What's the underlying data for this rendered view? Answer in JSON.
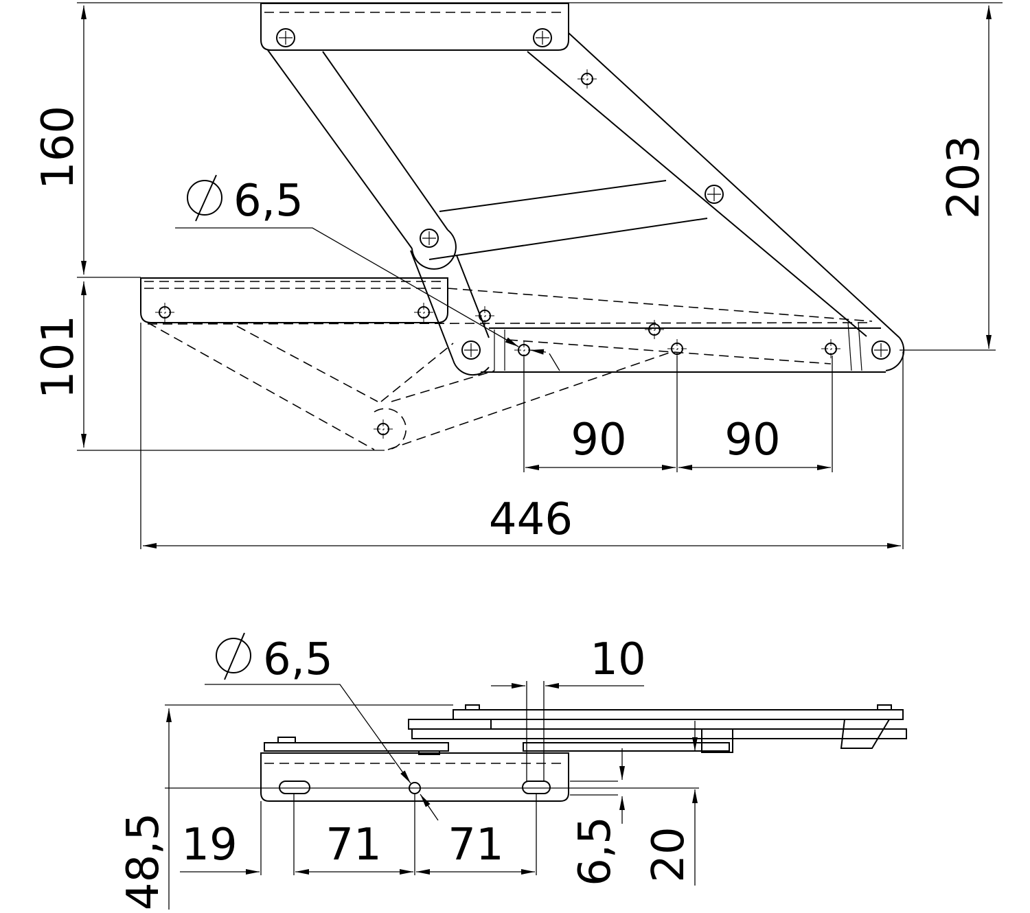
{
  "drawing": {
    "top_view": {
      "dim_height_upper": "160",
      "dim_height_total": "203",
      "dim_height_lower": "101",
      "hole_diameter": "6,5",
      "dim_spacing_1": "90",
      "dim_spacing_2": "90",
      "dim_overall_length": "446"
    },
    "side_view": {
      "hole_diameter": "6,5",
      "dim_offset": "10",
      "dim_height": "48,5",
      "dim_edge": "19",
      "dim_spacing_1": "71",
      "dim_spacing_2": "71",
      "dim_slot": "6,5",
      "dim_depth": "20"
    }
  }
}
